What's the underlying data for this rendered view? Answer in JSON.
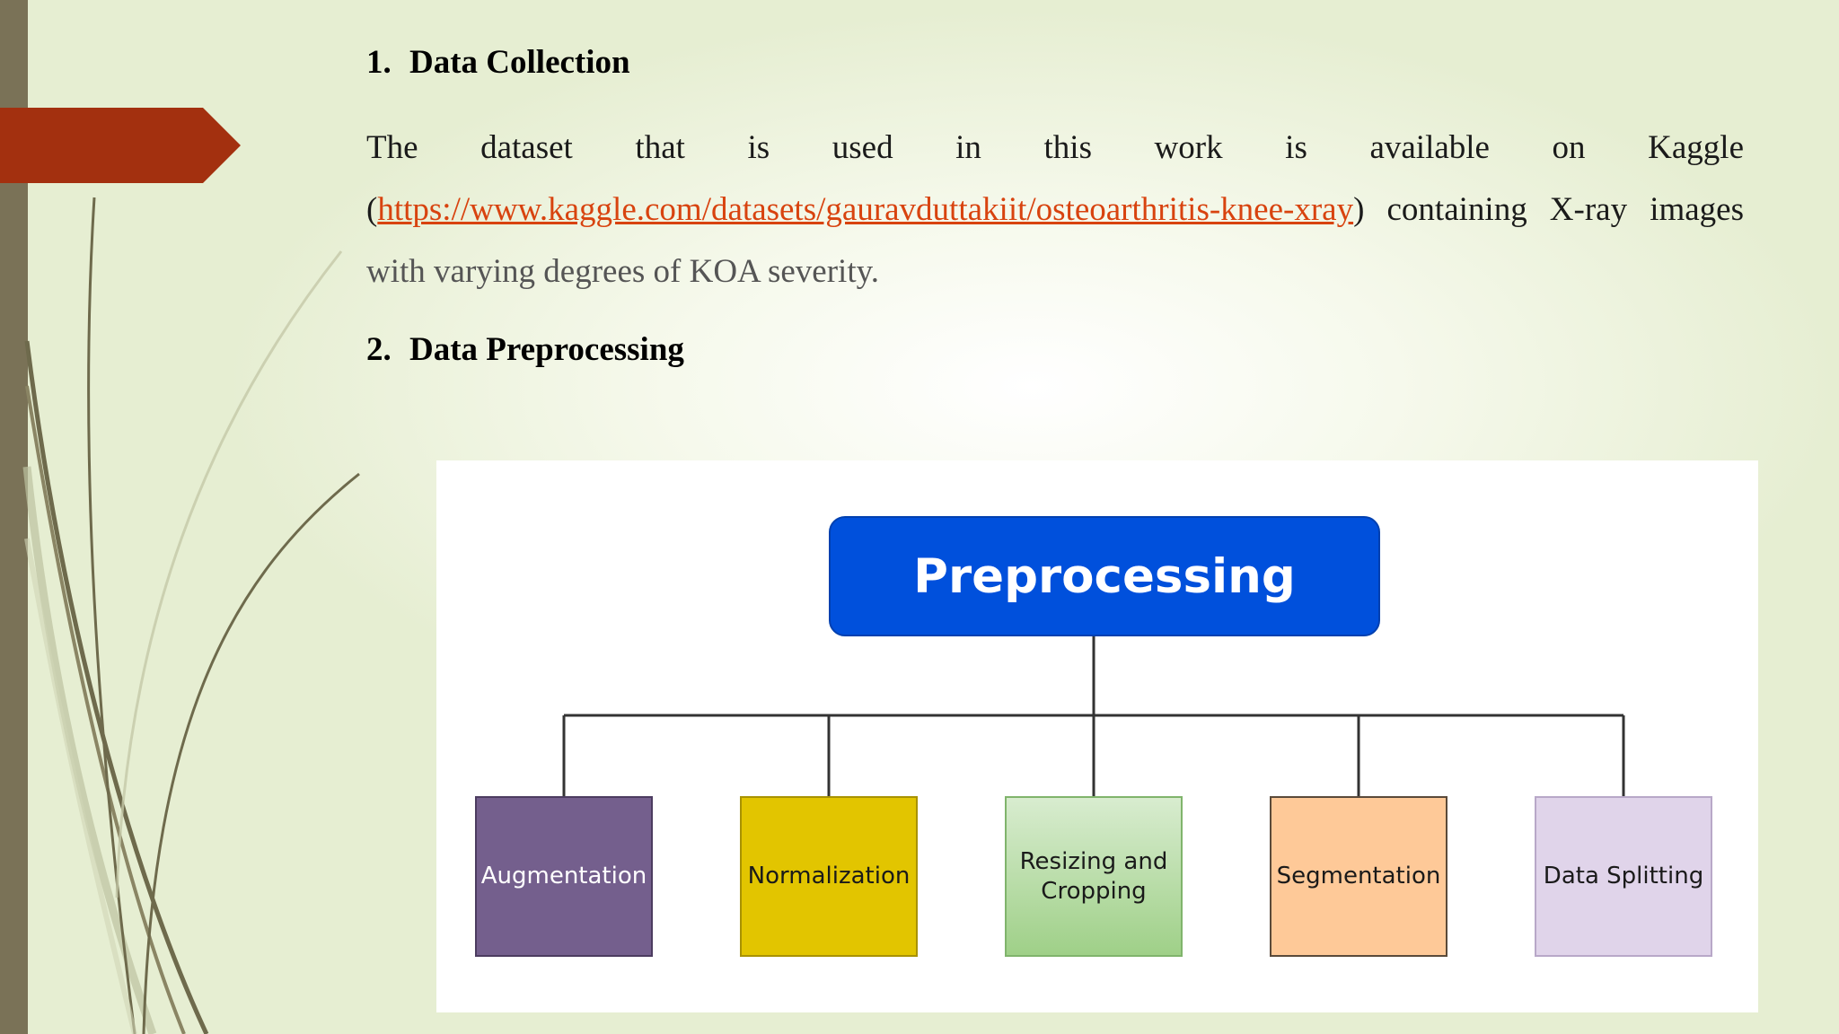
{
  "section1": {
    "number": "1.",
    "title": "Data Collection",
    "text_before_link": "The dataset that is used in this work is available on Kaggle (",
    "link": "https://www.kaggle.com/datasets/gauravduttakiit/osteoarthritis-knee-xray",
    "text_after_link": ") containing X-ray images",
    "text_end": " with varying degrees of KOA severity."
  },
  "section2": {
    "number": "2.",
    "title": "Data Preprocessing"
  },
  "diagram": {
    "root": "Preprocessing",
    "children": [
      {
        "label": "Augmentation",
        "color": "#745f8d"
      },
      {
        "label": "Normalization",
        "color": "#e2c500"
      },
      {
        "label": "Resizing and Cropping",
        "color": "#a8d694"
      },
      {
        "label": "Segmentation",
        "color": "#fec998"
      },
      {
        "label": "Data Splitting",
        "color": "#e0d4ea"
      }
    ]
  },
  "theme": {
    "accent": "#a3300f",
    "sidebar": "#7a7257",
    "link": "#d8430f",
    "root_box": "#0050dc"
  }
}
